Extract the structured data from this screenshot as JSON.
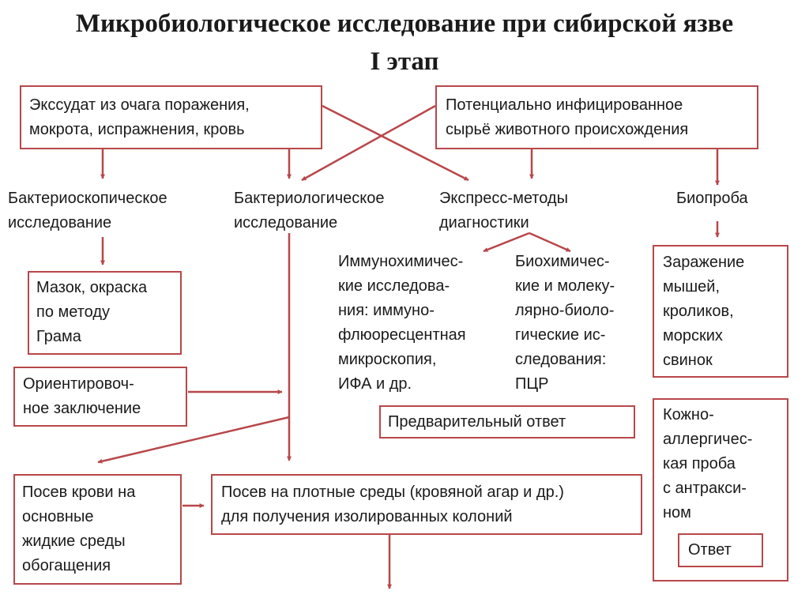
{
  "title": {
    "line1": "Микробиологическое исследование при сибирской язве",
    "line2": "I этап"
  },
  "sources": {
    "exudate": "Экссудат из очага поражения,\nмокрота, испражнения, кровь",
    "raw": "Потенциально инфицированное\nсырьё животного происхождения"
  },
  "methods": {
    "microscopy": "Бактериоскопическое\nисследование",
    "bacteriology": "Бактериологическое\nисследование",
    "express": "Экспресс-методы\nдиагностики",
    "bioassay": "Биопроба"
  },
  "nodes": {
    "smear": "Мазок, окраска\nпо методу\nГрама",
    "orient": "Ориентировоч-\nное заключение",
    "immuno": "Иммунохимичес-\nкие исследова-\nния: иммуно-\nфлюоресцентная\nмикроскопия,\nИФА и др.",
    "biochem": "Биохимичес-\nкие и молеку-\nлярно-биоло-\nгические ис-\nследования:\nПЦР",
    "prelim": "Предварительный ответ",
    "infection": "Заражение\nмышей,\nкроликов,\nморских\nсвинок",
    "skin": "Кожно-\nаллергичес-\nкая проба\nс антракси-\nном",
    "answer": "Ответ",
    "blood": "Посев крови на\nосновные\nжидкие среды\nобогащения",
    "solid": "Посев на плотные среды (кровяной агар и др.)\nдля получения изолированных колоний"
  },
  "colors": {
    "accent": "#b8474a",
    "text": "#1a1a1a",
    "background": "#ffffff"
  }
}
